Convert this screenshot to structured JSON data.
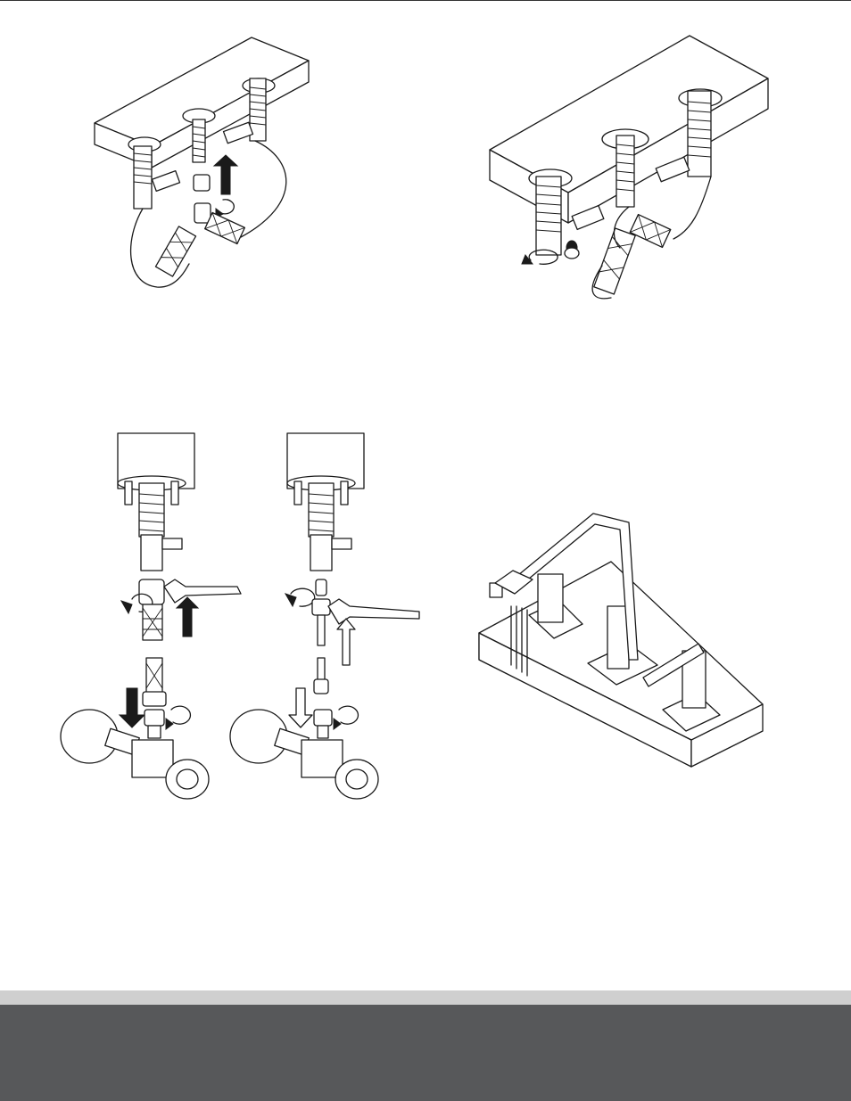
{
  "page": {
    "background": "#ffffff",
    "footer_light_color": "#cfcfcf",
    "footer_dark_color": "#57585a"
  },
  "figures": [
    {
      "id": "fig-connect-center-hose",
      "icon": "faucet-underside-connection-illustration"
    },
    {
      "id": "fig-connect-side-valve",
      "icon": "faucet-underside-tighten-illustration"
    },
    {
      "id": "fig-supply-line-hookup",
      "icon": "supply-line-wrench-illustration"
    },
    {
      "id": "fig-finished-faucet",
      "icon": "widespread-faucet-illustration"
    }
  ]
}
